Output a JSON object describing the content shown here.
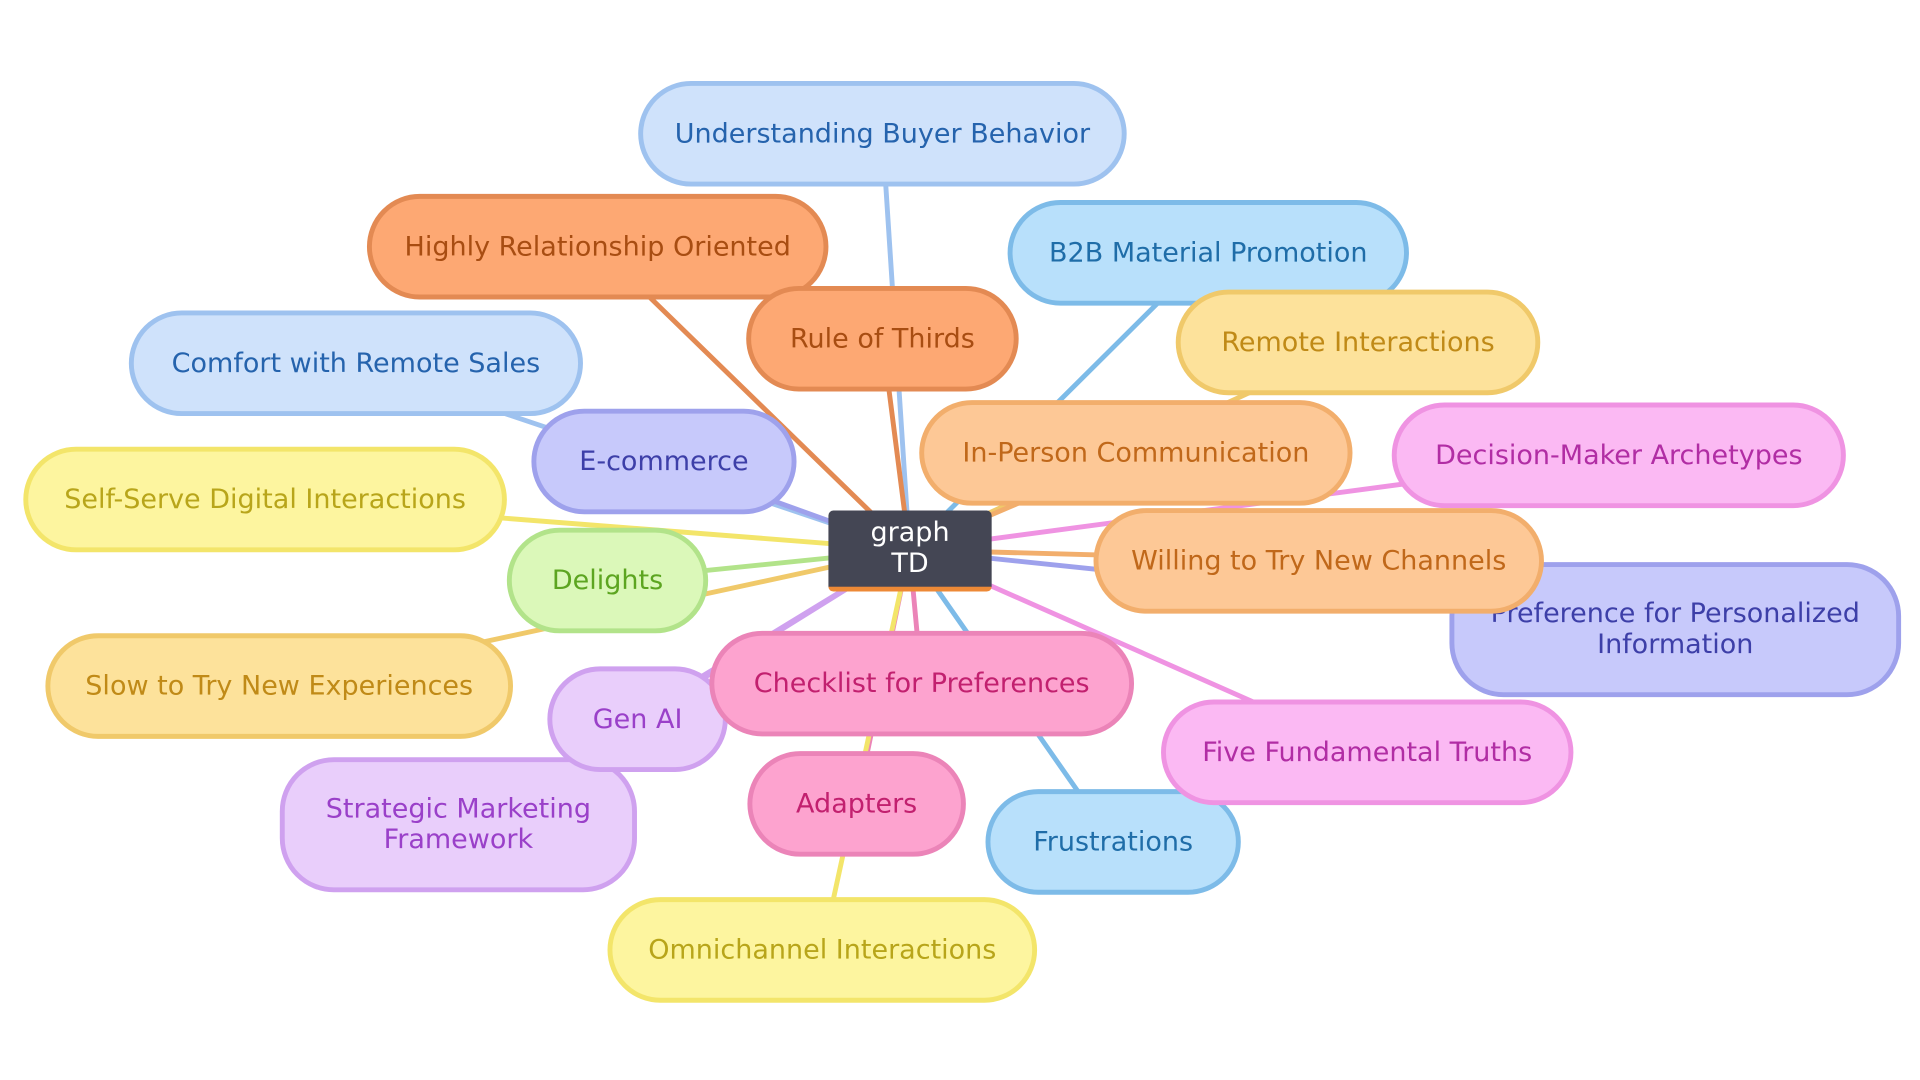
{
  "diagram": {
    "root": {
      "label": "graph TD",
      "fill": "#444654",
      "border": "#ed8936",
      "text": "#ffffff"
    },
    "nodes": [
      {
        "id": "n1",
        "label": "Understanding Buyer Behavior",
        "fill": "#cfe2fb",
        "border": "#9ec2ef",
        "text": "#2563ad"
      },
      {
        "id": "n2",
        "label": "Highly Relationship Oriented",
        "fill": "#fda873",
        "border": "#e38a53",
        "text": "#a84d12"
      },
      {
        "id": "n3",
        "label": "B2B Material Promotion",
        "fill": "#b8e0fb",
        "border": "#7dbbe8",
        "text": "#1f6da8"
      },
      {
        "id": "n4",
        "label": "Rule of Thirds",
        "fill": "#fda873",
        "border": "#e38a53",
        "text": "#a84d12"
      },
      {
        "id": "n5",
        "label": "Remote Interactions",
        "fill": "#fde29b",
        "border": "#f0c96a",
        "text": "#c08a17"
      },
      {
        "id": "n6",
        "label": "Comfort with Remote Sales",
        "fill": "#cfe2fb",
        "border": "#9ec2ef",
        "text": "#2563ad"
      },
      {
        "id": "n7",
        "label": "E-commerce",
        "fill": "#c7c9fb",
        "border": "#9ea1ec",
        "text": "#3d3fa8"
      },
      {
        "id": "n8",
        "label": "In-Person Communication",
        "fill": "#fdc896",
        "border": "#f2ae6c",
        "text": "#c0681a"
      },
      {
        "id": "n9",
        "label": "Decision-Maker Archetypes",
        "fill": "#fbb9f3",
        "border": "#ef93e2",
        "text": "#b12da4"
      },
      {
        "id": "n10",
        "label": "Self-Serve Digital Interactions",
        "fill": "#fdf59f",
        "border": "#f3e56a",
        "text": "#b8a51a"
      },
      {
        "id": "n11",
        "label": "Willing to Try New Channels",
        "fill": "#fdc896",
        "border": "#f2ae6c",
        "text": "#c0681a"
      },
      {
        "id": "n12",
        "label": "Delights",
        "fill": "#dbf8b9",
        "border": "#b2e38a",
        "text": "#5ca520"
      },
      {
        "id": "n13",
        "label": "Preference for Personalized Information",
        "fill": "#c7c9fb",
        "border": "#9ea1ec",
        "text": "#3d3fa8"
      },
      {
        "id": "n14",
        "label": "Slow to Try New Experiences",
        "fill": "#fde29b",
        "border": "#f0c96a",
        "text": "#c08a17"
      },
      {
        "id": "n15",
        "label": "Checklist for Preferences",
        "fill": "#fda3cf",
        "border": "#eb84b8",
        "text": "#c2206f"
      },
      {
        "id": "n16",
        "label": "Gen AI",
        "fill": "#e9cefb",
        "border": "#cfa1ef",
        "text": "#9a40c9"
      },
      {
        "id": "n17",
        "label": "Five Fundamental Truths",
        "fill": "#fbb9f3",
        "border": "#ef93e2",
        "text": "#b12da4"
      },
      {
        "id": "n18",
        "label": "Strategic Marketing Framework",
        "fill": "#e9cefb",
        "border": "#cfa1ef",
        "text": "#9a40c9"
      },
      {
        "id": "n19",
        "label": "Adapters",
        "fill": "#fda3cf",
        "border": "#eb84b8",
        "text": "#c2206f"
      },
      {
        "id": "n20",
        "label": "Frustrations",
        "fill": "#b8e0fb",
        "border": "#7dbbe8",
        "text": "#1f6da8"
      },
      {
        "id": "n21",
        "label": "Omnichannel Interactions",
        "fill": "#fdf59f",
        "border": "#f3e56a",
        "text": "#b8a51a"
      }
    ],
    "edges": [
      {
        "to": "n1",
        "color": "#9ec2ef"
      },
      {
        "to": "n2",
        "color": "#e38a53"
      },
      {
        "to": "n3",
        "color": "#7dbbe8"
      },
      {
        "to": "n4",
        "color": "#e38a53"
      },
      {
        "to": "n5",
        "color": "#f0c96a"
      },
      {
        "to": "n6",
        "color": "#9ec2ef"
      },
      {
        "to": "n7",
        "color": "#9ea1ec"
      },
      {
        "to": "n8",
        "color": "#f2ae6c"
      },
      {
        "to": "n9",
        "color": "#ef93e2"
      },
      {
        "to": "n10",
        "color": "#f3e56a"
      },
      {
        "to": "n11",
        "color": "#f2ae6c"
      },
      {
        "to": "n12",
        "color": "#b2e38a"
      },
      {
        "to": "n13",
        "color": "#9ea1ec"
      },
      {
        "to": "n14",
        "color": "#f0c96a"
      },
      {
        "to": "n15",
        "color": "#eb84b8"
      },
      {
        "to": "n16",
        "color": "#cfa1ef"
      },
      {
        "to": "n17",
        "color": "#ef93e2"
      },
      {
        "to": "n18",
        "color": "#cfa1ef"
      },
      {
        "to": "n19",
        "color": "#eb84b8"
      },
      {
        "to": "n20",
        "color": "#7dbbe8"
      },
      {
        "to": "n21",
        "color": "#f3e56a"
      }
    ]
  }
}
